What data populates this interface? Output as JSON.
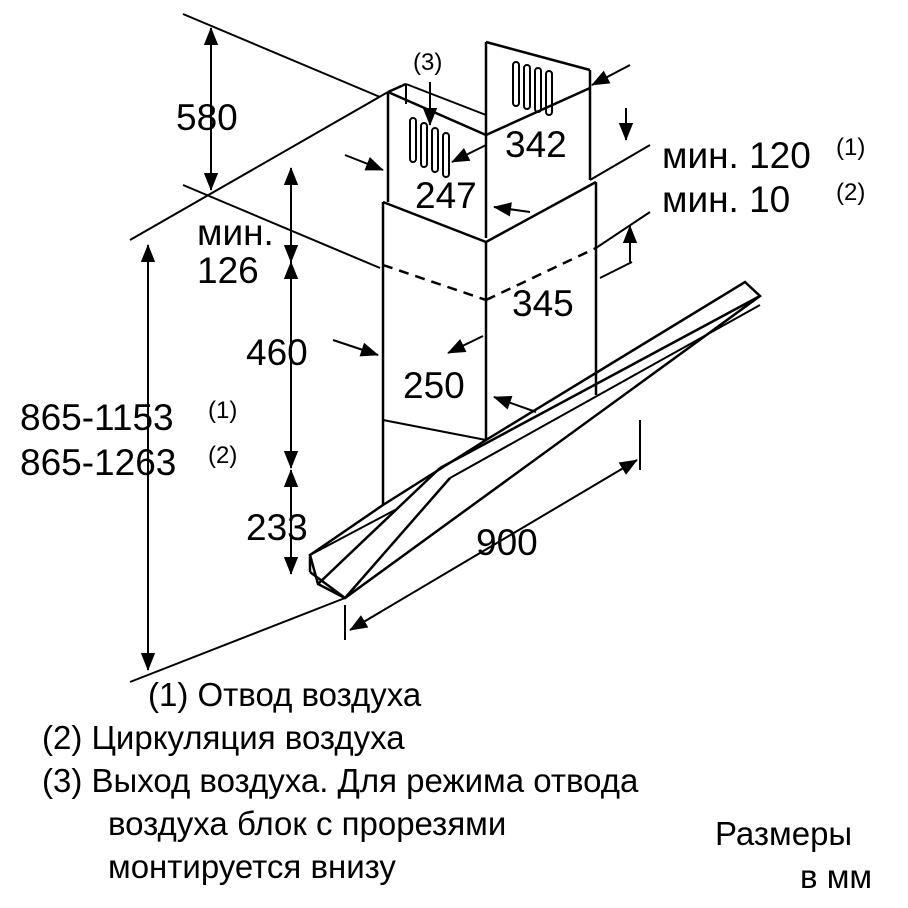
{
  "dimensions": {
    "chimney_height": "580",
    "chimney_width": "342",
    "chimney_depth": "247",
    "min_label": "мин.",
    "min_gap_value": "126",
    "lower_chimney_height": "460",
    "lower_chimney_width": "345",
    "lower_chimney_depth": "250",
    "total_height_1": "865-1153",
    "total_height_2": "865-1263",
    "hood_height": "233",
    "hood_width": "900",
    "ceiling_gap_1": "мин. 120",
    "ceiling_gap_2": "мин. 10",
    "outlet_marker": "(3)"
  },
  "superscripts": {
    "one": "(1)",
    "two": "(2)"
  },
  "legend": {
    "item1": "(1) Отвод воздуха",
    "item2": "(2) Циркуляция воздуха",
    "item3_line1": "(3) Выход воздуха. Для режима отвода",
    "item3_line2": "воздуха блок с прорезями",
    "item3_line3": "монтируется внизу"
  },
  "units": {
    "line1": "Размеры",
    "line2": "в мм"
  }
}
